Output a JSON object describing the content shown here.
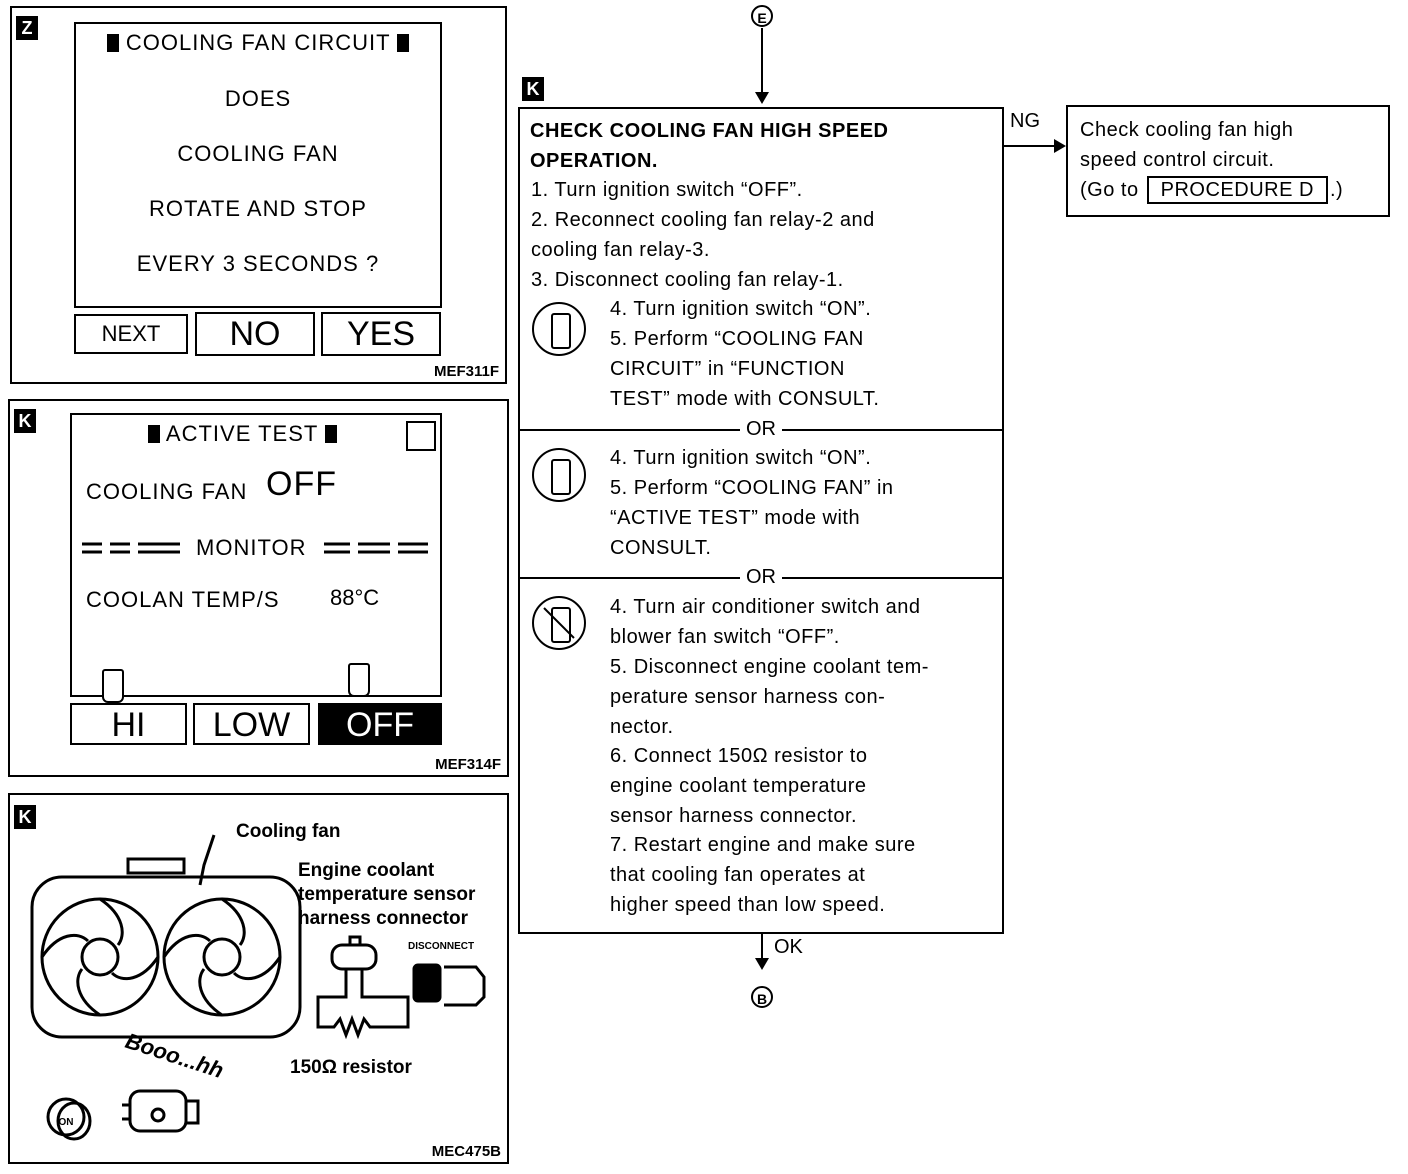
{
  "panel1": {
    "tag": "Z",
    "title": "COOLING FAN CIRCUIT",
    "lines": [
      "DOES",
      "COOLING FAN",
      "ROTATE AND STOP",
      "EVERY 3 SECONDS ?"
    ],
    "buttons": {
      "next": "NEXT",
      "no": "NO",
      "yes": "YES"
    },
    "code": "MEF311F"
  },
  "panel2": {
    "tag": "K",
    "title": "ACTIVE TEST",
    "fan_label": "COOLING FAN",
    "fan_value": "OFF",
    "monitor": "MONITOR",
    "temp_label": "COOLAN TEMP/S",
    "temp_value": "88°C",
    "buttons": {
      "hi": "HI",
      "low": "LOW",
      "off": "OFF"
    },
    "code": "MEF314F"
  },
  "panel3": {
    "tag": "K",
    "cooling_fan": "Cooling fan",
    "sensor_label": [
      "Engine coolant",
      "temperature sensor",
      "harness connector"
    ],
    "disconnect": "DISCONNECT",
    "resistor": "150Ω resistor",
    "on_label": "ON",
    "noise": "Booo...hh",
    "code": "MEC475B"
  },
  "flow": {
    "top_connector": "E",
    "bottom_connector": "B",
    "tag": "K",
    "heading": [
      "CHECK COOLING FAN HIGH SPEED",
      "OPERATION."
    ],
    "steps_a": [
      "1. Turn ignition switch “OFF”.",
      "2. Reconnect cooling fan relay-2 and",
      "    cooling fan relay-3.",
      "3. Disconnect cooling fan relay-1."
    ],
    "steps_b": [
      "4. Turn ignition switch “ON”.",
      "5. Perform “COOLING FAN",
      "    CIRCUIT” in “FUNCTION",
      "    TEST” mode with CONSULT."
    ],
    "or": "OR",
    "steps_c": [
      "4. Turn ignition switch “ON”.",
      "5. Perform “COOLING FAN” in",
      "    “ACTIVE TEST” mode with",
      "    CONSULT."
    ],
    "steps_d": [
      "4. Turn air conditioner switch and",
      "    blower fan switch “OFF”.",
      "5. Disconnect engine coolant tem-",
      "    perature sensor harness con-",
      "    nector.",
      "6. Connect 150Ω resistor to",
      "    engine coolant temperature",
      "    sensor harness connector.",
      "7. Restart engine and make sure",
      "    that cooling fan operates at",
      "    higher speed than low speed."
    ],
    "ng": "NG",
    "ok": "OK",
    "ng_box": {
      "lines": [
        "Check cooling fan high",
        "speed control circuit."
      ],
      "goto_prefix": "(Go to",
      "goto_ref": "PROCEDURE D",
      "goto_suffix": ".)"
    }
  }
}
